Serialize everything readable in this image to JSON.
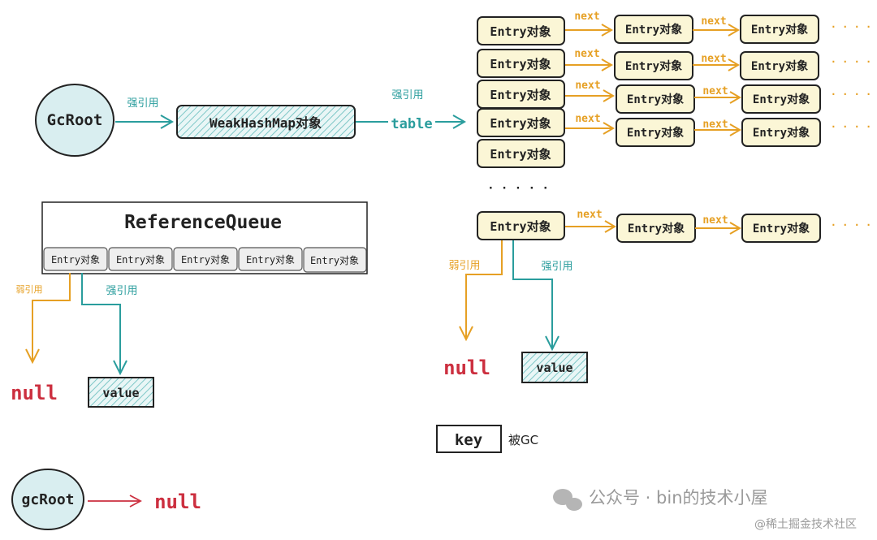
{
  "colors": {
    "teal": "#2a9d9d",
    "orange": "#e6a024",
    "red": "#cc2f3f",
    "entry_fill": "#fbf6d6",
    "hatch": "#7ec7c7",
    "circle_fill": "#d9eef0",
    "ink": "#222222"
  },
  "gcroot": {
    "label": "GcRoot"
  },
  "strong_ref_label_1": "强引用",
  "weakhashmap": {
    "label": "WeakHashMap对象"
  },
  "strong_ref_label_2": "强引用",
  "table_label": "table",
  "entry_label": "Entry对象",
  "next_label": "next",
  "ellipsis_h": "· · · ·",
  "ellipsis_v": "· · · · ·",
  "reference_queue": {
    "title": "ReferenceQueue",
    "entries": [
      "Entry对象",
      "Entry对象",
      "Entry对象",
      "Entry对象",
      "Entry对象"
    ]
  },
  "weak_ref_label": "弱引用",
  "strong_ref_label_3": "强引用",
  "null_label": "null",
  "value_label": "value",
  "key": {
    "label": "key",
    "caption": "被GC"
  },
  "gcroot2": {
    "label": "gcRoot"
  },
  "watermark": {
    "line1": "公众号 · bin的技术小屋",
    "line2": "@稀土掘金技术社区"
  }
}
